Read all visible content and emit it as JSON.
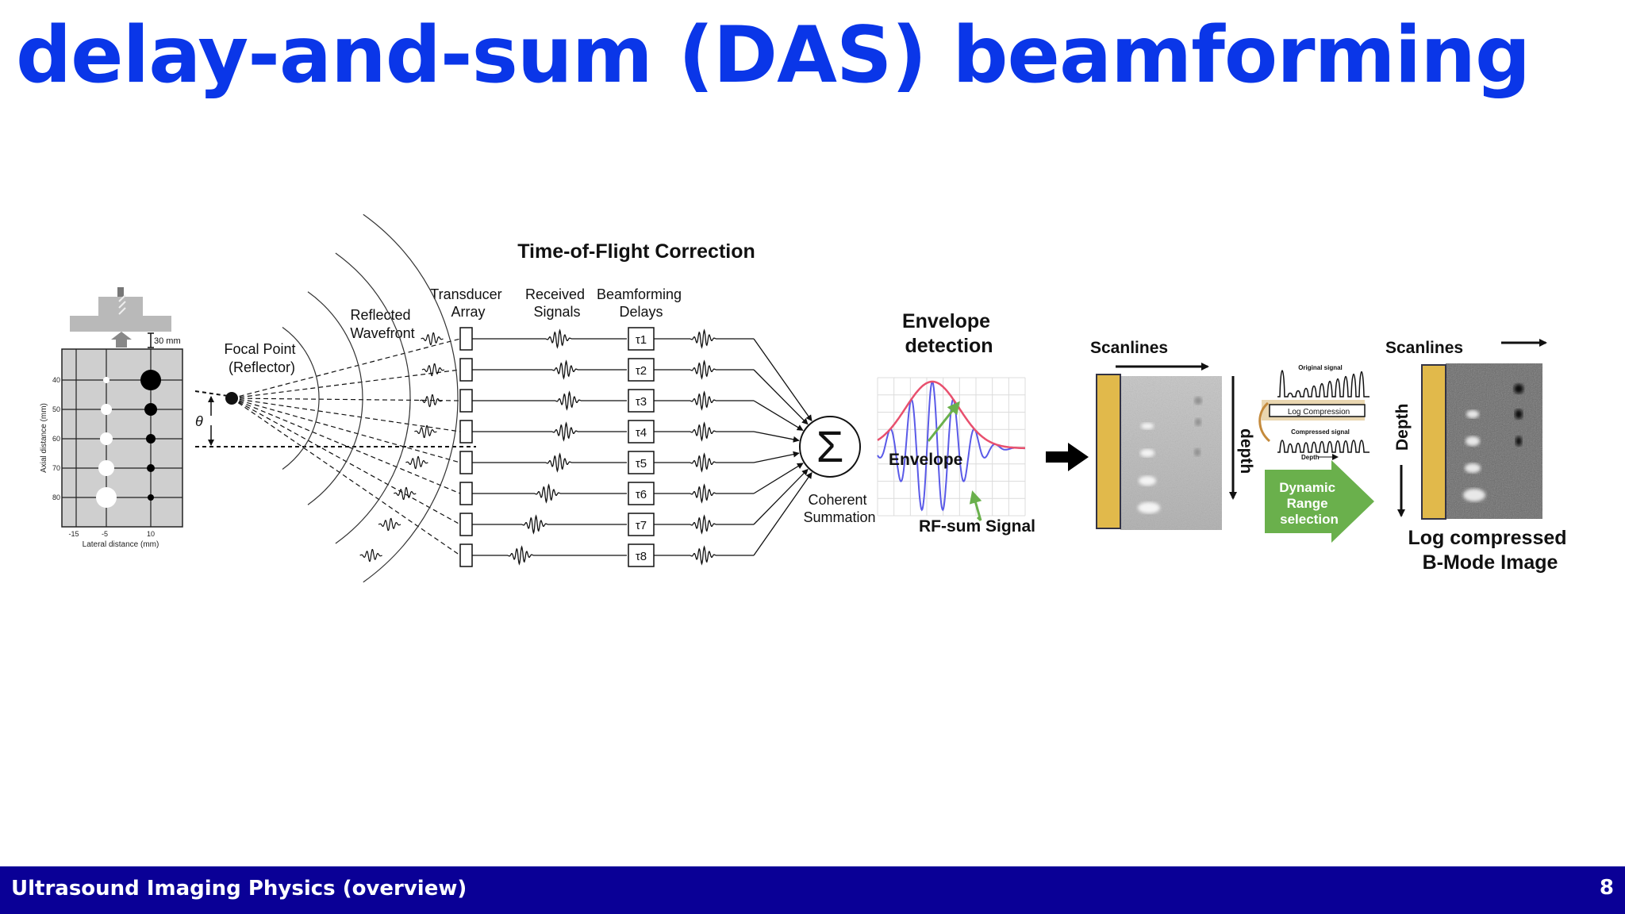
{
  "slide": {
    "title": "delay-and-sum (DAS) beamforming",
    "footer_title": "Ultrasound Imaging Physics (overview)",
    "page_number": "8"
  },
  "phantom": {
    "probe_gap_label": "30 mm",
    "y_axis_label": "Axial distance (mm)",
    "x_axis_label": "Lateral distance (mm)",
    "y_ticks": [
      "40",
      "50",
      "60",
      "70",
      "80"
    ],
    "x_ticks": [
      "-15",
      "-5",
      "10"
    ]
  },
  "tof": {
    "title": "Time-of-Flight Correction",
    "focal_point_label": [
      "Focal Point",
      "(Reflector)"
    ],
    "theta_symbol": "θ",
    "reflected_wavefront_label": [
      "Reflected",
      "Wavefront"
    ],
    "transducer_array_label": [
      "Transducer",
      "Array"
    ],
    "received_signals_label": [
      "Received",
      "Signals"
    ],
    "beamforming_delays_label": [
      "Beamforming",
      "Delays"
    ],
    "delay_symbols": [
      "τ1",
      "τ2",
      "τ3",
      "τ4",
      "τ5",
      "τ6",
      "τ7",
      "τ8"
    ],
    "sum_symbol": "Σ",
    "coherent_summation_label": [
      "Coherent",
      "Summation"
    ]
  },
  "envelope": {
    "title": [
      "Envelope",
      "detection"
    ],
    "envelope_label": "Envelope",
    "rf_label": "RF-sum Signal"
  },
  "scanlines_panel": {
    "title": "Scanlines",
    "depth_label": "depth"
  },
  "log_compression": {
    "original_label": "Original signal",
    "box_label": "Log Compression",
    "compressed_label": "Compressed signal",
    "depth_label": "Depth",
    "arrow_label": [
      "Dynamic",
      "Range",
      "selection"
    ]
  },
  "bmode": {
    "title": "Scanlines",
    "depth_label": "Depth",
    "caption": [
      "Log compressed",
      "B-Mode Image"
    ]
  },
  "colors": {
    "title_blue": "#0a36e8",
    "footer_navy": "#0a0096",
    "envelope_red": "#e8506e",
    "rf_blue": "#5a5ae8",
    "arrow_green": "#6ab04c",
    "transducer_gold": "#e1b94b"
  }
}
